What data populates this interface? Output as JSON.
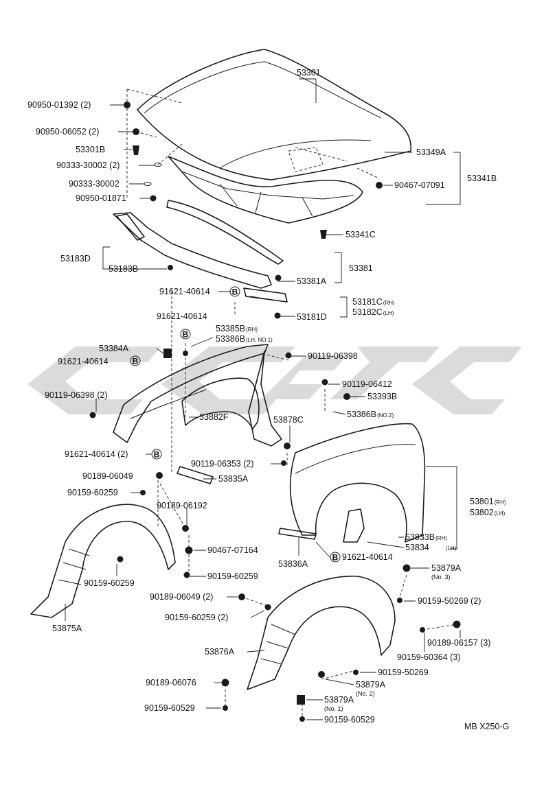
{
  "diagram_code": "MB X250-G",
  "labels": {
    "p53301": "53301",
    "p90950_01392": "90950-01392 (2)",
    "p90950_06052": "90950-06052 (2)",
    "p53301B": "53301B",
    "p90333_30002_2": "90333-30002 (2)",
    "p90333_30002": "90333-30002",
    "p90950_01871": "90950-01871",
    "p53349A": "53349A",
    "p90467_07091": "90467-07091",
    "p53341B": "53341B",
    "p53341C": "53341C",
    "p53183D": "53183D",
    "p53183B": "53183B",
    "p53381": "53381",
    "p53381A": "53381A",
    "p91621_40614_a": "91621-40614",
    "p53181C": "53181C",
    "p53181C_sub": "(RH)",
    "p53182C": "53182C",
    "p53182C_sub": "(LH)",
    "p53181D": "53181D",
    "p91621_40614_b": "91621-40614",
    "p53385B": "53385B",
    "p53385B_sub": "(RH)",
    "p53386B": "53386B",
    "p53386B_sub": "(LH, NO.1)",
    "p53384A": "53384A",
    "p91621_40614_c": "91621-40614",
    "p90119_06398": "90119-06398",
    "p90119_06398_2": "90119-06398 (2)",
    "p90119_06412": "90119-06412",
    "p53393B": "53393B",
    "p53386B_no2": "53386B",
    "p53386B_no2_sub": "(NO.2)",
    "p53882F": "53882F",
    "p53878C": "53878C",
    "p91621_40614_2": "91621-40614 (2)",
    "p90119_06353": "90119-06353 (2)",
    "p90189_06049": "90189-06049",
    "p53835A": "53835A",
    "p90159_60259_a": "90159-60259",
    "p90189_06192": "90189-06192",
    "p53801": "53801",
    "p53801_sub": "(RH)",
    "p53802": "53802",
    "p53802_sub": "(LH)",
    "p53833B": "53833B",
    "p53833B_sub": "(RH)",
    "p53834": "53834",
    "p53834_sub": "(LH)",
    "p90467_07164": "90467-07164",
    "p53836A": "53836A",
    "p91621_40614_d": "91621-40614",
    "p90159_60259_b": "90159-60259",
    "p90159_60259_c": "90159-60259",
    "p53879A_3": "53879A",
    "p53879A_3_sub": "(No. 3)",
    "p90189_06049_2": "90189-06049 (2)",
    "p90159_50269_2": "90159-50269 (2)",
    "p53875A": "53875A",
    "p90159_60259_2": "90159-60259   (2)",
    "p90189_06157": "90189-06157 (3)",
    "p53876A": "53876A",
    "p90159_60364": "90159-60364 (3)",
    "p90159_50269": "90159-50269",
    "p90189_06076": "90189-06076",
    "p53879A_2": "53879A",
    "p53879A_2_sub": "(No. 2)",
    "p90159_60529_a": "90159-60529",
    "p53879A_1": "53879A",
    "p53879A_1_sub": "(No. 1)",
    "p90159_60529_b": "90159-60529"
  },
  "bolt_marker": "B"
}
